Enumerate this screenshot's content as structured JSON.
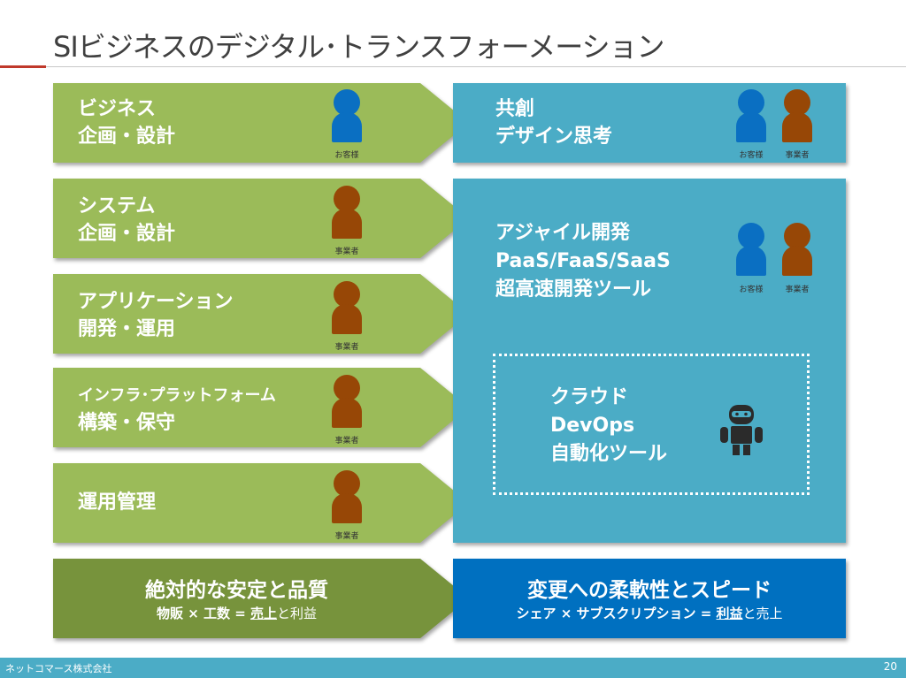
{
  "title": "SIビジネスのデジタル･トランスフォーメーション",
  "captions": {
    "customer": "お客様",
    "business": "事業者"
  },
  "left": [
    {
      "line1": "ビジネス",
      "line2": "企画・設計"
    },
    {
      "line1": "システム",
      "line2": "企画・設計"
    },
    {
      "line1": "アプリケーション",
      "line2": "開発・運用"
    },
    {
      "line1": "インフラ･プラットフォーム",
      "line2": "構築・保守"
    },
    {
      "line1": "運用管理"
    }
  ],
  "right_top": {
    "line1": "共創",
    "line2": "デザイン思考"
  },
  "right_mid": {
    "line1": "アジャイル開発",
    "line2": "PaaS/FaaS/SaaS",
    "line3": "超高速開発ツール"
  },
  "cloud": {
    "line1": "クラウド",
    "line2": "DevOps",
    "line3": "自動化ツール",
    "icon": "robot-icon"
  },
  "bottom_left": {
    "title": "絶対的な安定と品質",
    "sub_a": "物販 × 工数 = ",
    "sub_b": "売上",
    "sub_c": "と利益"
  },
  "bottom_right": {
    "title": "変更への柔軟性とスピード",
    "sub_a": "シェア × サブスクリプション = ",
    "sub_b": "利益",
    "sub_c": "と売上"
  },
  "footer": {
    "company": "ネットコマース株式会社",
    "page": "20"
  },
  "colors": {
    "green": "#9bbb59",
    "dark_green": "#77933c",
    "teal": "#4bacc6",
    "blue": "#0070c0",
    "customer": "#0a6fc2",
    "business": "#974706"
  }
}
